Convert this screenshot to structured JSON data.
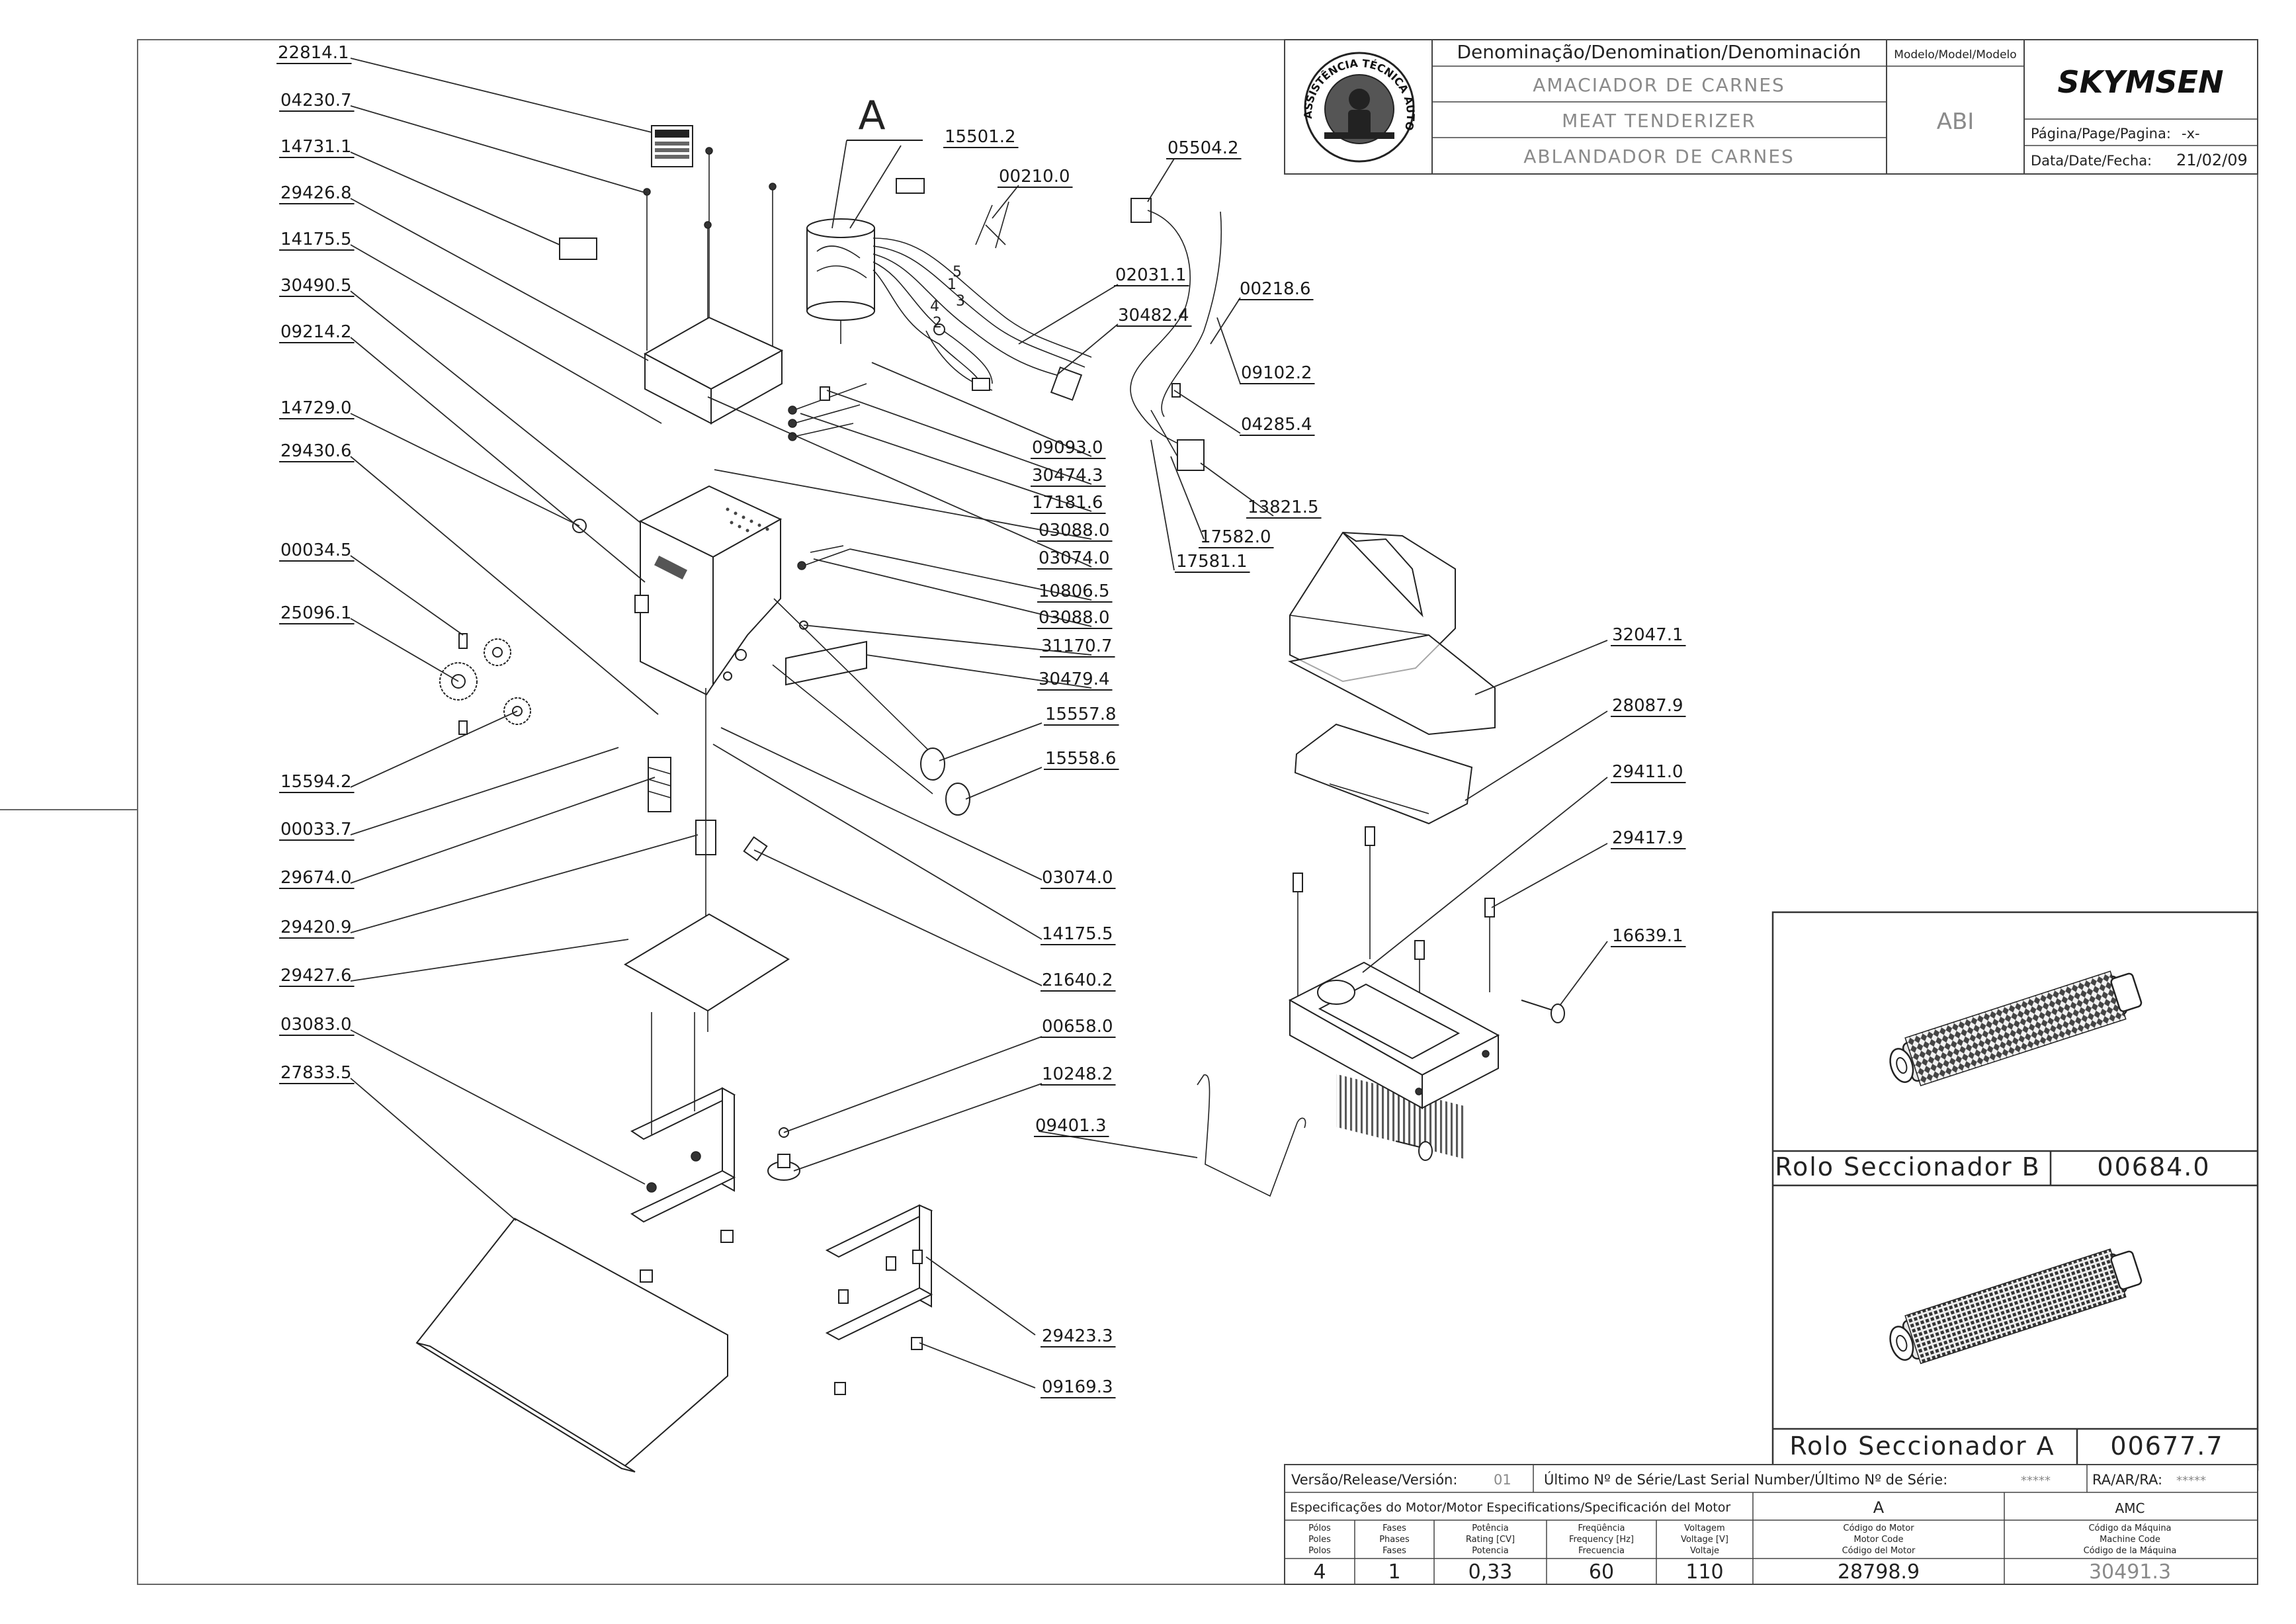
{
  "header": {
    "col_denomination": "Denominação/Denomination/Denominación",
    "name_pt": "AMACIADOR DE CARNES",
    "name_en": "MEAT TENDERIZER",
    "name_es": "ABLANDADOR DE CARNES",
    "col_model": "Modelo/Model/Modelo",
    "model": "ABI",
    "brand": "SKYMSEN",
    "seal_text": "ASSISTÊNCIA TÉCNICA AUTORIZADA",
    "page_label": "Página/Page/Pagina:",
    "page_value": "-x-",
    "date_label": "Data/Date/Fecha:",
    "date_value": "21/02/09"
  },
  "details": {
    "roller_b_label": "Rolo Seccionador B",
    "roller_b_code": "00684.0",
    "roller_a_label": "Rolo Seccionador A",
    "roller_a_code": "00677.7"
  },
  "footer": {
    "version_label": "Versão/Release/Versión:",
    "version_value": "01",
    "serial_label": "Último Nº de Série/Last Serial Number/Último Nº de Série:",
    "serial_value": "*****",
    "ra_label": "RA/AR/RA:",
    "ra_value": "*****",
    "motor_spec_label": "Especificações do Motor/Motor Especifications/Specificación del Motor",
    "motor_col": "A",
    "machine_col": "AMC",
    "h_poles": [
      "Pólos",
      "Poles",
      "Polos"
    ],
    "h_phases": [
      "Fases",
      "Phases",
      "Fases"
    ],
    "h_power": [
      "Potência",
      "Rating [CV]",
      "Potencia"
    ],
    "h_freq": [
      "Freqüência",
      "Frequency [Hz]",
      "Frecuencia"
    ],
    "h_voltage": [
      "Voltagem",
      "Voltage [V]",
      "Voltaje"
    ],
    "h_motor_code": [
      "Código do Motor",
      "Motor Code",
      "Código del Motor"
    ],
    "h_machine_code": [
      "Código da Máquina",
      "Machine Code",
      "Código de la Máquina"
    ],
    "poles": "4",
    "phases": "1",
    "power": "0,33",
    "frequency": "60",
    "voltage": "110",
    "motor_code": "28798.9",
    "machine_code": "30491.3"
  },
  "callouts": {
    "detail_letter": "A",
    "wire_numbers": [
      "5",
      "1",
      "4",
      "3",
      "2"
    ],
    "left": [
      "22814.1",
      "04230.7",
      "14731.1",
      "29426.8",
      "14175.5",
      "30490.5",
      "09214.2",
      "14729.0",
      "29430.6",
      "00034.5",
      "25096.1",
      "15594.2",
      "00033.7",
      "29674.0",
      "29420.9",
      "29427.6",
      "03083.0",
      "27833.5"
    ],
    "top": [
      "15501.2",
      "00210.0",
      "05504.2",
      "02031.1",
      "30482.4",
      "00218.6",
      "09102.2",
      "04285.4",
      "13821.5",
      "17582.0",
      "17581.1"
    ],
    "center": [
      "09093.0",
      "30474.3",
      "17181.6",
      "03088.0",
      "03074.0",
      "10806.5",
      "03088.0",
      "31170.7",
      "30479.4",
      "15557.8",
      "15558.6",
      "03074.0",
      "14175.5",
      "21640.2",
      "00658.0",
      "10248.2",
      "09401.3",
      "29423.3",
      "09169.3"
    ],
    "right": [
      "32047.1",
      "28087.9",
      "29411.0",
      "29417.9",
      "16639.1"
    ]
  }
}
